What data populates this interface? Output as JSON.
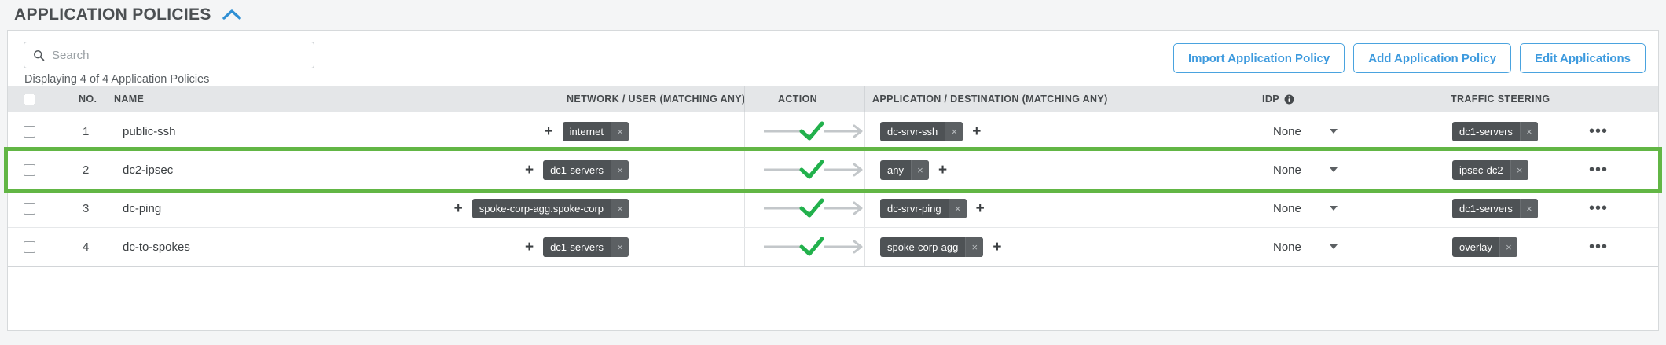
{
  "section": {
    "title": "APPLICATION POLICIES",
    "collapse_icon": "chevron-up-icon"
  },
  "toolbar": {
    "search_placeholder": "Search",
    "search_value": "",
    "search_icon": "search-icon",
    "displaying_text": "Displaying 4 of 4 Application Policies",
    "buttons": [
      {
        "label": "Import Application Policy",
        "name": "import-application-policy-button"
      },
      {
        "label": "Add Application Policy",
        "name": "add-application-policy-button"
      },
      {
        "label": "Edit Applications",
        "name": "edit-applications-button"
      }
    ]
  },
  "table": {
    "columns": {
      "no": "NO.",
      "name": "NAME",
      "network_user": "NETWORK / USER (MATCHING ANY)",
      "action": "ACTION",
      "application_destination": "APPLICATION / DESTINATION (MATCHING ANY)",
      "idp": "IDP",
      "idp_info_icon": "info-icon",
      "traffic_steering": "TRAFFIC STEERING"
    },
    "rows": [
      {
        "no": "1",
        "name": "public-ssh",
        "network_user": "internet",
        "action": "allow",
        "application_destination": "dc-srvr-ssh",
        "idp": "None",
        "traffic_steering": "dc1-servers",
        "highlighted": false
      },
      {
        "no": "2",
        "name": "dc2-ipsec",
        "network_user": "dc1-servers",
        "action": "allow",
        "application_destination": "any",
        "idp": "None",
        "traffic_steering": "ipsec-dc2",
        "highlighted": true
      },
      {
        "no": "3",
        "name": "dc-ping",
        "network_user": "spoke-corp-agg.spoke-corp",
        "action": "allow",
        "application_destination": "dc-srvr-ping",
        "idp": "None",
        "traffic_steering": "dc1-servers",
        "highlighted": false
      },
      {
        "no": "4",
        "name": "dc-to-spokes",
        "network_user": "dc1-servers",
        "action": "allow",
        "application_destination": "spoke-corp-agg",
        "idp": "None",
        "traffic_steering": "overlay",
        "highlighted": false
      }
    ],
    "chip_remove_label": "×",
    "add_label": "+",
    "row_menu_label": "•••"
  },
  "colors": {
    "accent_blue": "#3d9ade",
    "highlight_green": "#62b645",
    "check_green": "#22b14c",
    "chip_bg": "#4e5255",
    "header_bg": "#e4e6e8"
  }
}
